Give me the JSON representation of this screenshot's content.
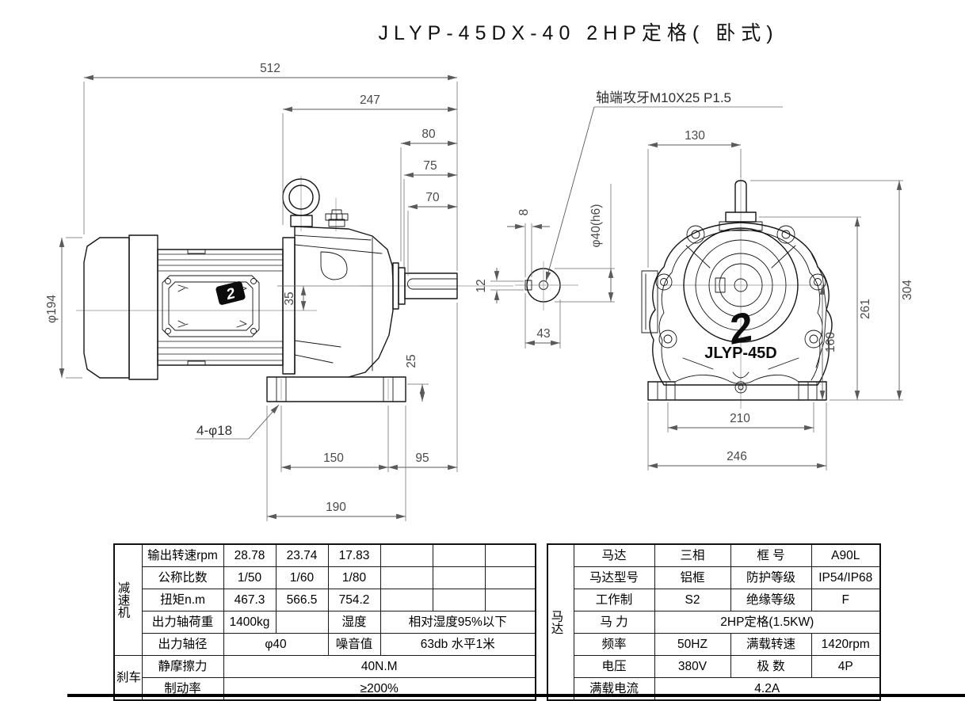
{
  "title": "JLYP-45DX-40  2HP定格( 卧式)",
  "annotations": {
    "shaft_note": "轴端攻牙M10X25 P1.5",
    "foot_holes": "4-φ18",
    "logo_text": "JLYP-45D",
    "brand_mark": "2"
  },
  "dims": {
    "side": {
      "overall": "512",
      "gearbox": "247",
      "d80": "80",
      "d75": "75",
      "d70": "70",
      "fan_dia": "φ194",
      "axis_offset": "35",
      "foot_h": "25",
      "bolt_span": "150",
      "d95": "95",
      "foot_len": "190"
    },
    "detail": {
      "key_w": "8",
      "key_d": "12",
      "d43": "43",
      "shaft_dia": "φ40(h6)"
    },
    "front": {
      "d130": "130",
      "height": "304",
      "d261": "261",
      "d160": "160",
      "bolt_w": "210",
      "base_w": "246"
    }
  },
  "tables": {
    "reducer": {
      "group": "减速机",
      "rows": [
        {
          "label": "输出转速rpm",
          "v1": "28.78",
          "v2": "23.74",
          "v3": "17.83",
          "e1": "",
          "e2": "",
          "e3": ""
        },
        {
          "label": "公称比数",
          "v1": "1/50",
          "v2": "1/60",
          "v3": "1/80",
          "e1": "",
          "e2": "",
          "e3": ""
        },
        {
          "label": "扭矩n.m",
          "v1": "467.3",
          "v2": "566.5",
          "v3": "754.2",
          "e1": "",
          "e2": "",
          "e3": ""
        },
        {
          "label": "出力轴荷重",
          "v1": "1400kg",
          "e1": "",
          "k": "湿度",
          "v": "相对湿度95%以下"
        },
        {
          "label": "出力轴径",
          "v1": "φ40",
          "k": "噪音值",
          "v": "63db 水平1米"
        }
      ]
    },
    "brake": {
      "group": "刹车",
      "rows": [
        {
          "label": "静摩擦力",
          "v": "40N.M"
        },
        {
          "label": "制动率",
          "v": "≥200%"
        }
      ]
    },
    "motor": {
      "group": "马达",
      "rows": [
        {
          "k1": "马达",
          "v1": "三相",
          "k2": "框 号",
          "v2": "A90L"
        },
        {
          "k1": "马达型号",
          "v1": "铝框",
          "k2": "防护等级",
          "v2": "IP54/IP68"
        },
        {
          "k1": "工作制",
          "v1": "S2",
          "k2": "绝缘等级",
          "v2": "F"
        },
        {
          "k1": "马 力",
          "v1": "2HP定格(1.5KW)"
        },
        {
          "k1": "频率",
          "v1": "50HZ",
          "k2": "满载转速",
          "v2": "1420rpm"
        },
        {
          "k1": "电压",
          "v1": "380V",
          "k2": "极 数",
          "v2": "4P"
        },
        {
          "k1": "满载电流",
          "v1": "4.2A"
        }
      ]
    }
  }
}
